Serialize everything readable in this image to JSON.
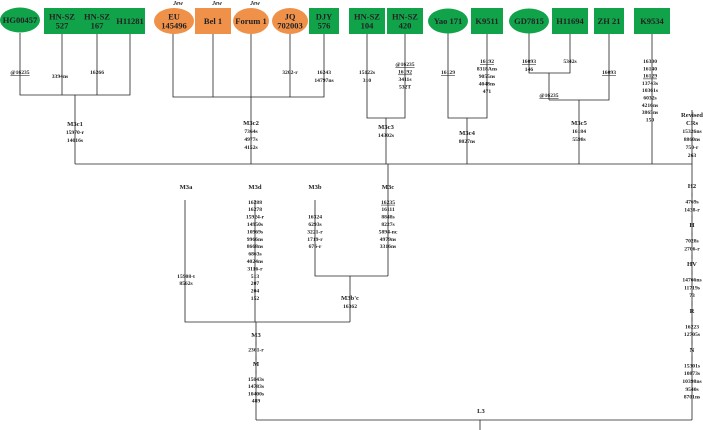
{
  "colors": {
    "green": "#11a34a",
    "orange": "#f0914a",
    "line": "#222222",
    "text": "#222222"
  },
  "samples": [
    {
      "id": "s_hg00457",
      "label": "HG00457",
      "shape": "ellipse",
      "color": "green"
    },
    {
      "id": "s_hnsz527",
      "label": "HN-SZ\n527",
      "shape": "rect",
      "color": "green"
    },
    {
      "id": "s_hnsz167",
      "label": "HN-SZ\n167",
      "shape": "rect",
      "color": "green"
    },
    {
      "id": "s_h11281",
      "label": "H11281",
      "shape": "rect",
      "color": "green"
    },
    {
      "id": "s_eu",
      "label": "EU\n145496",
      "shape": "ellipse",
      "color": "orange",
      "note": "Jew"
    },
    {
      "id": "s_bel1",
      "label": "Bel 1",
      "shape": "rect",
      "color": "orange",
      "note": "Jew"
    },
    {
      "id": "s_forum1",
      "label": "Forum 1",
      "shape": "ellipse",
      "color": "orange",
      "note": "Jew"
    },
    {
      "id": "s_jq",
      "label": "JQ\n702003",
      "shape": "ellipse",
      "color": "orange"
    },
    {
      "id": "s_djy576",
      "label": "DJY\n576",
      "shape": "rect",
      "color": "green"
    },
    {
      "id": "s_hnsz104",
      "label": "HN-SZ\n104",
      "shape": "rect",
      "color": "green"
    },
    {
      "id": "s_hnsz420",
      "label": "HN-SZ\n420",
      "shape": "rect",
      "color": "green"
    },
    {
      "id": "s_yao171",
      "label": "Yao 171",
      "shape": "ellipse",
      "color": "green"
    },
    {
      "id": "s_k9511",
      "label": "K9511",
      "shape": "rect",
      "color": "green"
    },
    {
      "id": "s_gd7815",
      "label": "GD7815",
      "shape": "ellipse",
      "color": "green"
    },
    {
      "id": "s_h11694",
      "label": "H11694",
      "shape": "rect",
      "color": "green"
    },
    {
      "id": "s_zh21",
      "label": "ZH 21",
      "shape": "rect",
      "color": "green"
    },
    {
      "id": "s_k9534",
      "label": "K9534",
      "shape": "rect",
      "color": "green"
    }
  ],
  "mutation_labels": [
    {
      "id": "m_hg00457",
      "lines": [
        "@16235"
      ]
    },
    {
      "id": "m_hnsz527",
      "lines": [
        "3394ns"
      ]
    },
    {
      "id": "m_hnsz167",
      "lines": [
        "16266"
      ]
    },
    {
      "id": "m_jq",
      "lines": [
        "3202-r"
      ]
    },
    {
      "id": "m_djy576",
      "lines": [
        "16243",
        "14797ns"
      ]
    },
    {
      "id": "m_hnsz104",
      "lines": [
        "15122s",
        "310"
      ]
    },
    {
      "id": "m_hnsz420",
      "lines": [
        "@16235",
        "16192",
        "3411s",
        "532T"
      ]
    },
    {
      "id": "m_yao171",
      "lines": [
        "16129"
      ]
    },
    {
      "id": "m_k9511",
      "lines": [
        "16192",
        "8318Ans",
        "9055ns",
        "4048ns",
        "471"
      ]
    },
    {
      "id": "m_gd7815",
      "lines": [
        "16093",
        "146"
      ]
    },
    {
      "id": "m_h11694",
      "lines": [
        "5342s"
      ]
    },
    {
      "id": "m_zh21",
      "lines": [
        "16093"
      ]
    },
    {
      "id": "m_k9534",
      "lines": [
        "16300",
        "16140",
        "16129",
        "13743s",
        "10361s",
        "6032s",
        "4216ns",
        "3865ns",
        "150"
      ]
    },
    {
      "id": "m_gdh",
      "lines": [
        "@16235"
      ]
    },
    {
      "id": "m_m3c1",
      "lines": [
        "M3c1",
        "15970-r",
        "14016s"
      ]
    },
    {
      "id": "m_m3c2",
      "lines": [
        "M3c2",
        "7364s",
        "4977s",
        "4152s"
      ]
    },
    {
      "id": "m_m3c3",
      "lines": [
        "M3c3",
        "14302s"
      ]
    },
    {
      "id": "m_m3c4",
      "lines": [
        "M3c4",
        "8027ns"
      ]
    },
    {
      "id": "m_m3c5",
      "lines": [
        "M3c5",
        "16184",
        "5598s"
      ]
    },
    {
      "id": "m_rcrs",
      "lines": [
        "Revised",
        "CRs",
        "15326ns",
        "8860ns",
        "750-r",
        "263"
      ]
    },
    {
      "id": "m_m3a",
      "lines": [
        "M3a",
        "",
        "",
        "",
        "",
        "",
        "",
        "",
        "",
        "",
        "",
        "",
        "15908-t",
        "8562s"
      ]
    },
    {
      "id": "m_m3d",
      "lines": [
        "M3d",
        "",
        "16288",
        "16278",
        "15924-r",
        "14950s",
        "10969s",
        "9966ns",
        "8668ns",
        "6863s",
        "4024ns",
        "3116-r",
        "513",
        "207",
        "204",
        "152"
      ]
    },
    {
      "id": "m_m3b",
      "lines": [
        "M3b",
        "",
        "",
        "",
        "16324",
        "6293s",
        "3221-r",
        "1719-r",
        "676-r"
      ]
    },
    {
      "id": "m_m3c",
      "lines": [
        "M3c",
        "",
        "16235",
        "16111",
        "8848s",
        "8227s",
        "5894-nc",
        "4979ns",
        "3316ns"
      ]
    },
    {
      "id": "m_m3bc",
      "lines": [
        "M3b'c",
        "16362"
      ]
    },
    {
      "id": "m_m3",
      "lines": [
        "M3",
        "|",
        "2361-r",
        "|",
        "M",
        "|",
        "15043s",
        "14783s",
        "10400s",
        "489"
      ]
    },
    {
      "id": "m_h2",
      "lines": [
        "H2",
        "|",
        "4769s",
        "1438-r",
        "|",
        "H",
        "|",
        "7028s",
        "2706-r",
        "|",
        "HV",
        "|",
        "14766ns",
        "11719s",
        "73",
        "|",
        "R",
        "|",
        "16223",
        "12705s",
        "|",
        "N",
        "|",
        "15301s",
        "10873s",
        "10398ns",
        "9540s",
        "8701ns"
      ]
    },
    {
      "id": "m_l3",
      "lines": [
        "L3"
      ]
    }
  ]
}
